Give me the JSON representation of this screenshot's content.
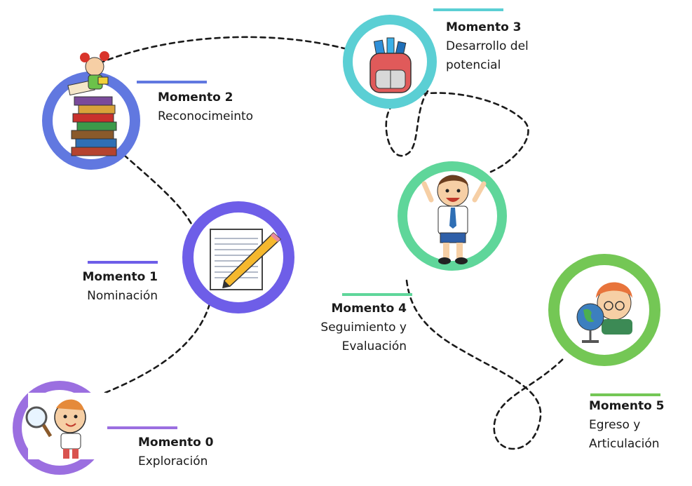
{
  "moments": [
    {
      "id": "m0",
      "title": "Momento 0",
      "description": [
        "Exploración"
      ],
      "color": "#9B6FE0",
      "icon": "magnifying-glass-boy-icon"
    },
    {
      "id": "m1",
      "title": "Momento 1",
      "description": [
        "Nominación"
      ],
      "color": "#6E5EE8",
      "icon": "paper-pencil-icon"
    },
    {
      "id": "m2",
      "title": "Momento 2",
      "description": [
        "Reconocimeinto"
      ],
      "color": "#6178E0",
      "icon": "girl-on-books-icon"
    },
    {
      "id": "m3",
      "title": "Momento 3",
      "description": [
        "Desarrollo del",
        "potencial"
      ],
      "color": "#5BCFD4",
      "icon": "backpack-icon"
    },
    {
      "id": "m4",
      "title": "Momento 4",
      "description": [
        "Seguimiento y",
        "Evaluación"
      ],
      "color": "#5FD69A",
      "icon": "happy-student-icon"
    },
    {
      "id": "m5",
      "title": "Momento 5",
      "description": [
        "Egreso y",
        "Articulación"
      ],
      "color": "#74C755",
      "icon": "girl-with-globe-icon"
    }
  ]
}
